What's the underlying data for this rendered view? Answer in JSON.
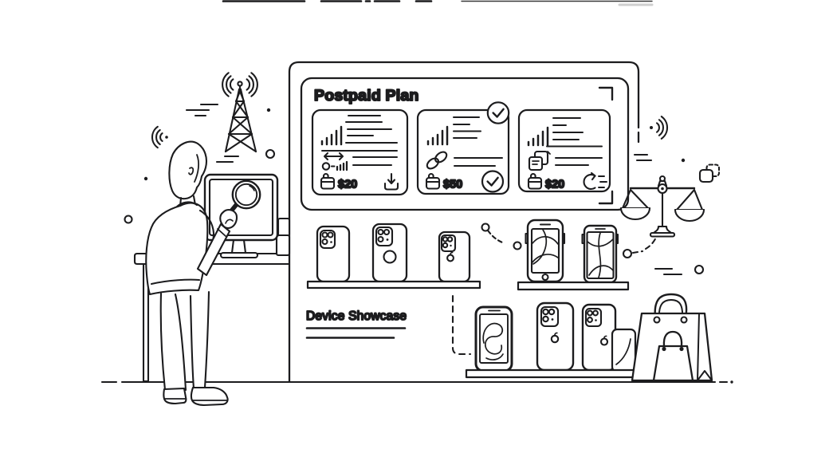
{
  "panel": {
    "title": "Postpaid Plan",
    "corner_marks": [
      "crop-corner-top-right-icon",
      "crop-corner-bottom-right-icon"
    ],
    "plans": [
      {
        "price": "$20",
        "selected": false,
        "icons": {
          "header": "signal-bars-icon",
          "features": [
            "arrows-left-right-icon",
            "coverage-signal-icon"
          ],
          "price_icon": "wallet-icon",
          "action": "download-icon"
        }
      },
      {
        "price": "$50",
        "selected": true,
        "icons": {
          "header": "signal-bars-icon",
          "features": [
            "chain-link-icon"
          ],
          "price_icon": "wallet-icon",
          "action": "check-circle-icon",
          "badge": "check-circle-icon"
        }
      },
      {
        "price": "$20",
        "selected": false,
        "icons": {
          "header": "signal-bars-icon",
          "features": [
            "copy-pages-icon"
          ],
          "price_icon": "wallet-icon",
          "action": "refresh-icon"
        }
      }
    ]
  },
  "showcase": {
    "label": "Device Showcase"
  },
  "scene_icons": [
    "cell-tower-icon",
    "wifi-waves-icon",
    "sound-waves-icon",
    "speed-dashes",
    "balance-scale-icon",
    "grid-windows-icon",
    "magnifying-glass-icon",
    "monitor-icon",
    "shopping-bag-large-icon",
    "shopping-bag-small-icon",
    "apple-logo-icon",
    "camera-module-icon",
    "home-button-icon"
  ],
  "colors": {
    "line": "#1c1c1e",
    "background": "#ffffff"
  }
}
